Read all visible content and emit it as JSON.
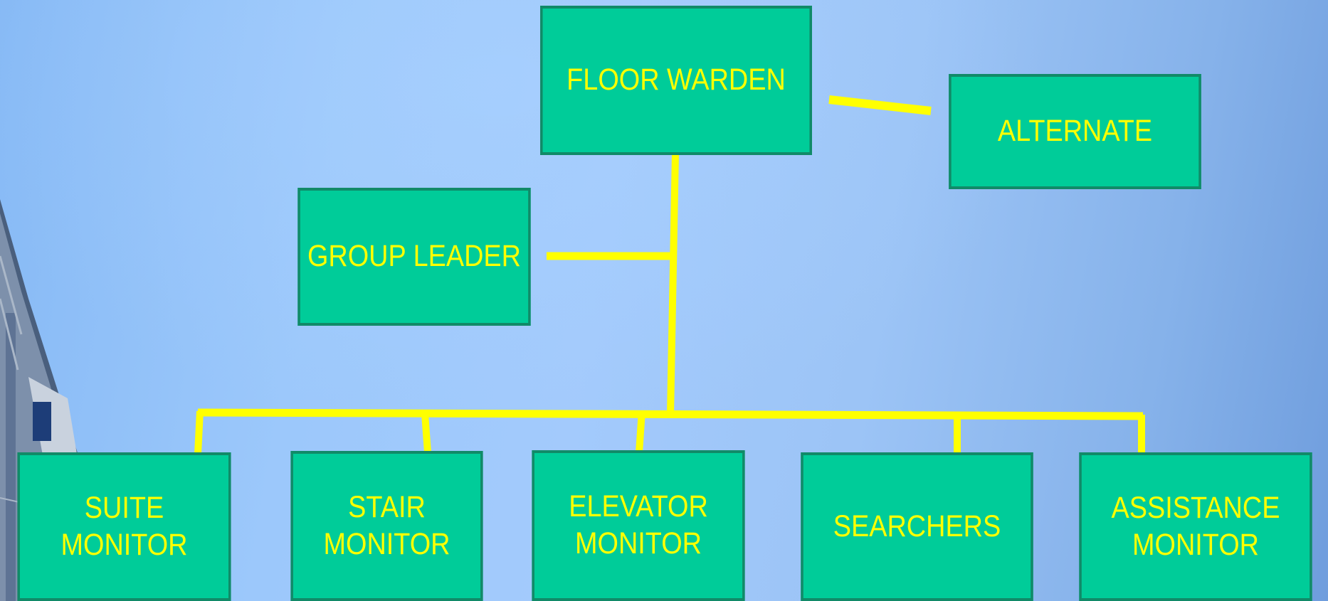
{
  "colors": {
    "box_fill": "#00cc99",
    "box_border": "#118a68",
    "text": "#ffff00",
    "connector": "#ffff00",
    "background": "#9cc8fb"
  },
  "nodes": {
    "floor_warden": "FLOOR WARDEN",
    "alternate": "ALTERNATE",
    "group_leader": "GROUP LEADER",
    "suite_monitor": "SUITE\nMONITOR",
    "stair_monitor": "STAIR\nMONITOR",
    "elevator_monitor": "ELEVATOR\nMONITOR",
    "searchers": "SEARCHERS",
    "assistance_monitor": "ASSISTANCE\nMONITOR"
  },
  "edges": [
    {
      "from": "floor_warden",
      "to": "alternate"
    },
    {
      "from": "floor_warden",
      "to": "group_leader"
    },
    {
      "from": "floor_warden",
      "to": "suite_monitor"
    },
    {
      "from": "floor_warden",
      "to": "stair_monitor"
    },
    {
      "from": "floor_warden",
      "to": "elevator_monitor"
    },
    {
      "from": "floor_warden",
      "to": "searchers"
    },
    {
      "from": "floor_warden",
      "to": "assistance_monitor"
    }
  ]
}
